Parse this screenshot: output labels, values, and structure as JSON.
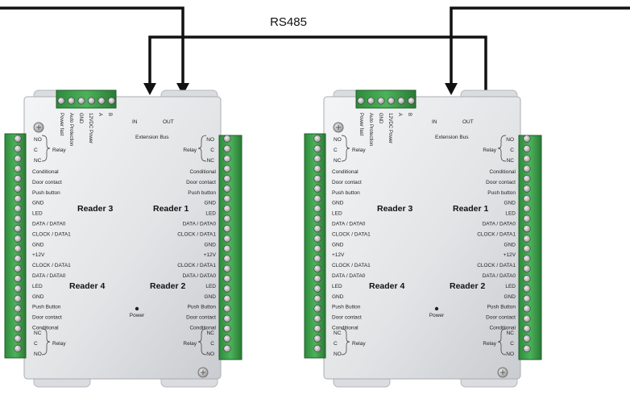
{
  "bus_label": "RS485",
  "port_in": "IN",
  "port_out": "OUT",
  "extension_bus": "Extension Bus",
  "power_led": "Power",
  "top_terminals": [
    "Power fast",
    "Auto Protection",
    "GND",
    "12VDC Power",
    "A",
    "B"
  ],
  "relay": "Relay",
  "relay_pins": [
    "NO",
    "C",
    "NC"
  ],
  "relay_pins_bottom": [
    "NC",
    "C",
    "NO"
  ],
  "left_labels": [
    "Conditional",
    "Door contact",
    "Push button",
    "GND",
    "LED",
    "DATA / DATA0",
    "CLOCK / DATA1",
    "GND",
    "+12V",
    "CLOCK / DATA1",
    "DATA / DATA0",
    "LED",
    "GND",
    "Push Button",
    "Door contact",
    "Conditional"
  ],
  "right_labels": [
    "Conditional",
    "Door contact",
    "Push button",
    "GND",
    "LED",
    "DATA / DATA0",
    "CLOCK / DATA1",
    "GND",
    "+12V",
    "CLOCK / DATA1",
    "DATA / DATA0",
    "LED",
    "GND",
    "Push Button",
    "Door contact",
    "Conditional"
  ],
  "readers": [
    "Reader 3",
    "Reader 1",
    "Reader 4",
    "Reader 2"
  ],
  "controllers": [
    {
      "id": "controller-1"
    },
    {
      "id": "controller-2"
    }
  ]
}
